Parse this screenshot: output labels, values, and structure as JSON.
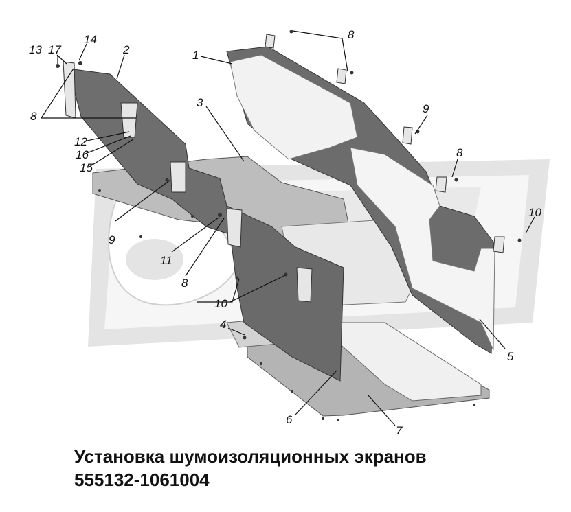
{
  "caption": {
    "line1": "Установка шумоизоляционных экранов",
    "line2": "555132-1061004"
  },
  "callouts": [
    {
      "id": "c13",
      "text": "13"
    },
    {
      "id": "c17",
      "text": "17"
    },
    {
      "id": "c14",
      "text": "14"
    },
    {
      "id": "c2",
      "text": "2"
    },
    {
      "id": "c1",
      "text": "1"
    },
    {
      "id": "c8a",
      "text": "8"
    },
    {
      "id": "c8b",
      "text": "8"
    },
    {
      "id": "c3",
      "text": "3"
    },
    {
      "id": "c9a",
      "text": "9"
    },
    {
      "id": "c12",
      "text": "12"
    },
    {
      "id": "c16",
      "text": "16"
    },
    {
      "id": "c15",
      "text": "15"
    },
    {
      "id": "c8c",
      "text": "8"
    },
    {
      "id": "c10a",
      "text": "10"
    },
    {
      "id": "c9b",
      "text": "9"
    },
    {
      "id": "c11",
      "text": "11"
    },
    {
      "id": "c8d",
      "text": "8"
    },
    {
      "id": "c10b",
      "text": "10"
    },
    {
      "id": "c4",
      "text": "4"
    },
    {
      "id": "c5",
      "text": "5"
    },
    {
      "id": "c6",
      "text": "6"
    },
    {
      "id": "c7",
      "text": "7"
    }
  ]
}
